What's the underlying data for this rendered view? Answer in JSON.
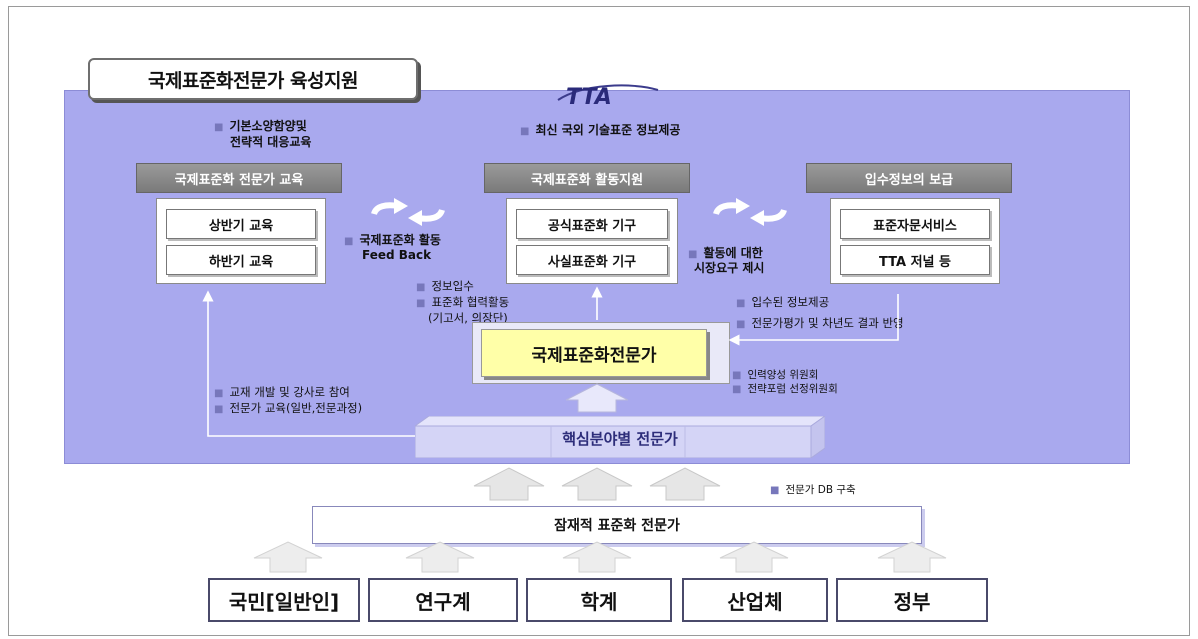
{
  "title": "국제표준화전문가 육성지원",
  "logo": "TTA",
  "notes": {
    "basic_edu": "기본소양함양및",
    "basic_edu_2": "전략적 대응교육",
    "latest_info": "최신 국외 기술표준 정보제공",
    "feedback_1": "국제표준화 활동",
    "feedback_2": "Feed Back",
    "market_1": "활동에 대한",
    "market_2": "시장요구 제시",
    "info_get": "정보입수",
    "coop": "표준화 협력활동",
    "coop_2": "(기고서, 의장단)",
    "provide": "입수된 정보제공",
    "eval": "전문가평가 및 차년도 결과 반영",
    "committee1": "인력양성 위원회",
    "committee2": "전략포럼 선정위원회",
    "textbook": "교재 개발 및 강사로 참여",
    "expert_edu": "전문가 교육(일반,전문과정)",
    "db": "전문가 DB 구축"
  },
  "columns": [
    {
      "header": "국제표준화 전문가 교육",
      "items": [
        "상반기 교육",
        "하반기 교육"
      ]
    },
    {
      "header": "국제표준화 활동지원",
      "items": [
        "공식표준화 기구",
        "사실표준화 기구"
      ]
    },
    {
      "header": "입수정보의 보급",
      "items": [
        "표준자문서비스",
        "TTA 저널 등"
      ]
    }
  ],
  "center": "국제표준화전문가",
  "core_experts": "핵심분야별 전문가",
  "potential": "잠재적 표준화 전문가",
  "sources": [
    "국민[일반인]",
    "연구계",
    "학계",
    "산업체",
    "정부"
  ],
  "colors": {
    "panel": "#a9a9ee",
    "header": "#8a8a8a",
    "center": "#ffffa8"
  }
}
